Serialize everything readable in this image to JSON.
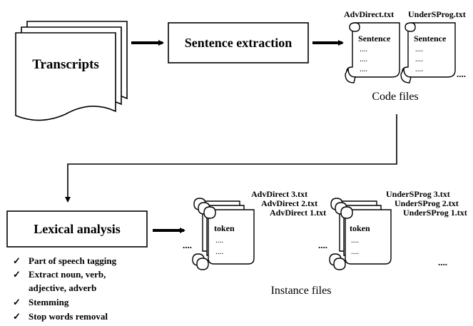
{
  "transcripts_label": "Transcripts",
  "sentence_extraction_label": "Sentence extraction",
  "code_files": {
    "file_names": [
      "AdvDirect.txt",
      "UnderSProg.txt"
    ],
    "scroll_heading": "Sentence",
    "scroll_dots": "....",
    "trailing_dots": "....",
    "caption": "Code files"
  },
  "lexical_analysis": {
    "label": "Lexical analysis",
    "checkmark": "✓",
    "steps": [
      "Part of speech tagging",
      "Extract  noun, verb,",
      "adjective, adverb",
      "Stemming",
      "Stop words  removal"
    ]
  },
  "instance_files": {
    "group1_names": [
      "AdvDirect 3.txt",
      "AdvDirect 2.txt",
      "AdvDirect 1.txt"
    ],
    "group2_names": [
      "UnderSProg 3.txt",
      "UnderSProg 2.txt",
      "UnderSProg 1.txt"
    ],
    "scroll_heading": "token",
    "scroll_dots": "....",
    "side_dots": "....",
    "caption": "Instance files"
  }
}
